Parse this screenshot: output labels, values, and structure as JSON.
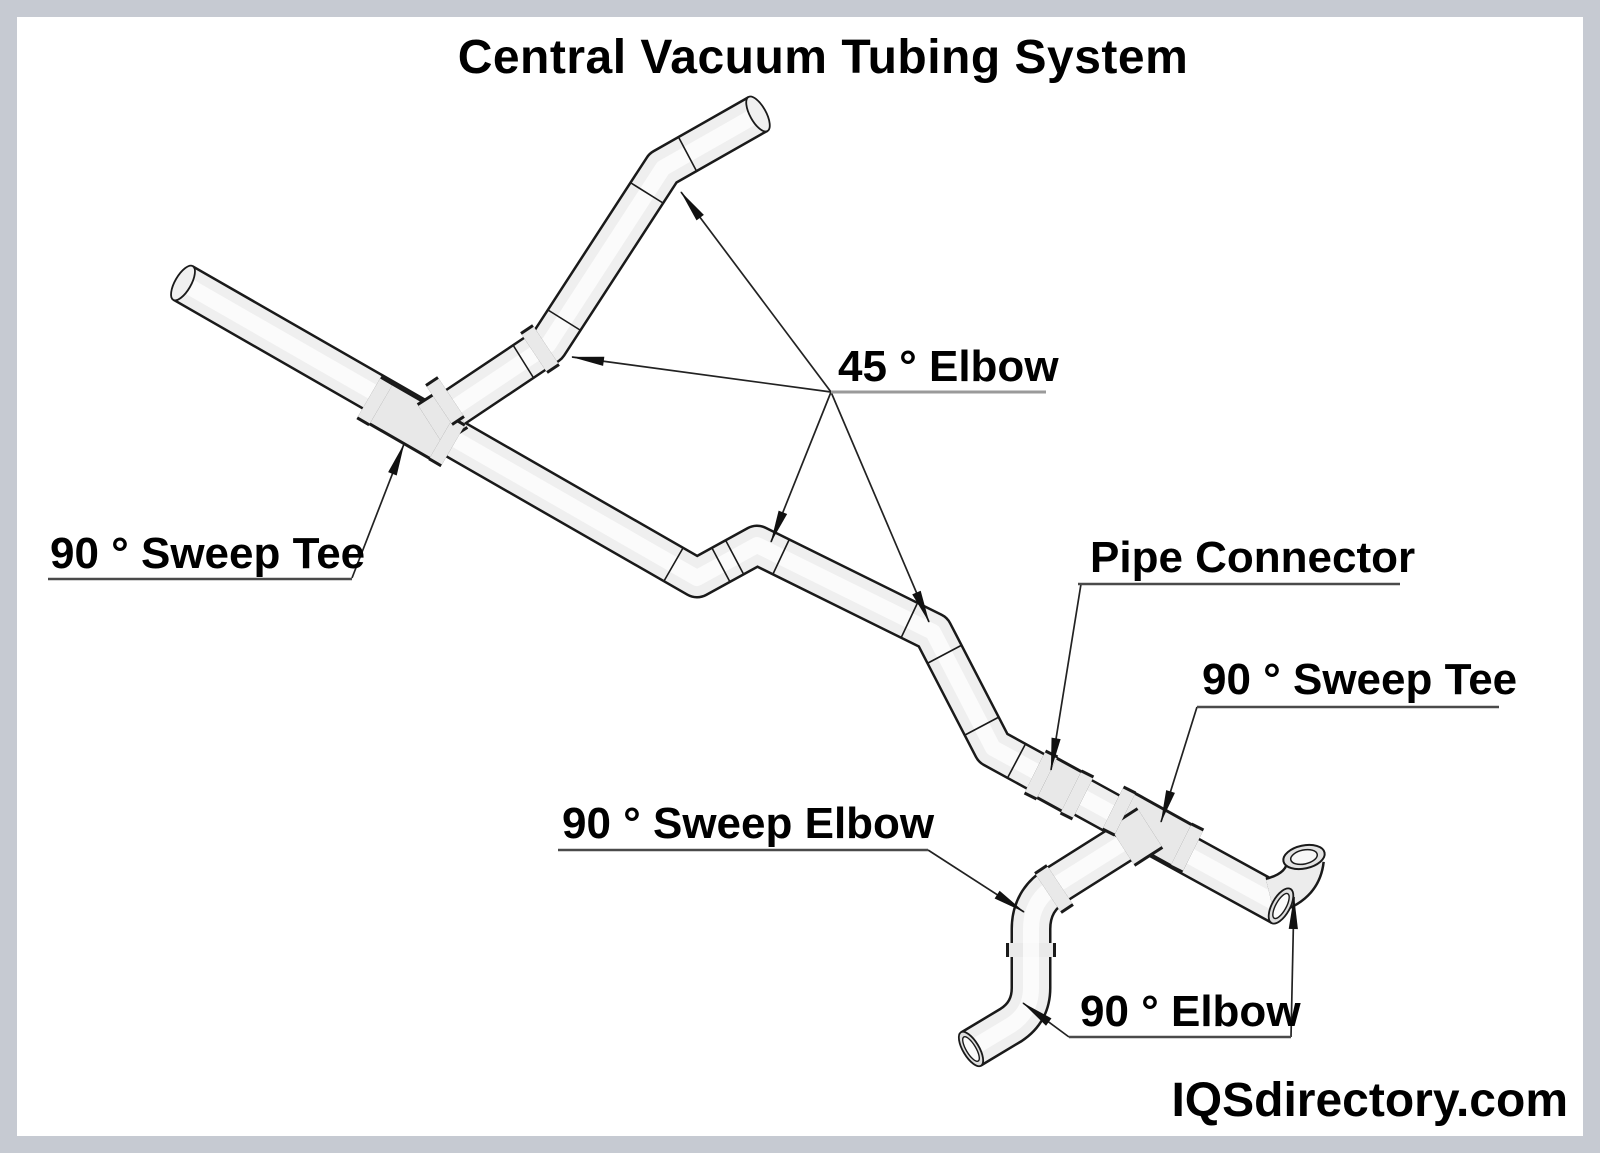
{
  "title": "Central Vacuum Tubing System",
  "watermark": "IQSdirectory.com",
  "diagram_type": "isometric-piping-diagram",
  "colors": {
    "frame_border": "#c6cad2",
    "background": "#ffffff",
    "pipe_body": "#efefef",
    "pipe_outline": "#1a1a1a",
    "label_text": "#000000",
    "leader_line": "#222222"
  },
  "callouts": [
    {
      "id": "elbow-45",
      "label": "45 ° Elbow",
      "arrows": 4
    },
    {
      "id": "sweep-tee-left",
      "label": "90 ° Sweep Tee",
      "arrows": 1
    },
    {
      "id": "pipe-connector",
      "label": "Pipe Connector",
      "arrows": 1
    },
    {
      "id": "sweep-tee-right",
      "label": "90 ° Sweep Tee",
      "arrows": 1
    },
    {
      "id": "sweep-elbow-90",
      "label": "90 ° Sweep Elbow",
      "arrows": 1
    },
    {
      "id": "elbow-90",
      "label": "90 ° Elbow",
      "arrows": 2
    }
  ]
}
